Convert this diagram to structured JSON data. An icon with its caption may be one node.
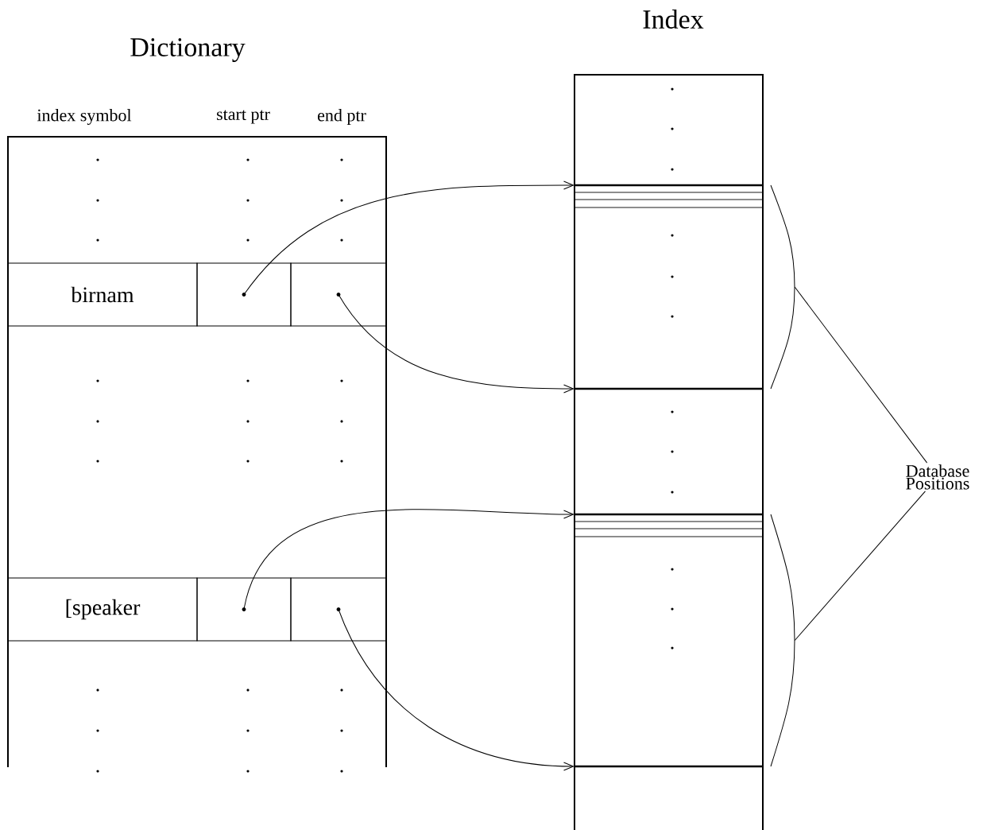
{
  "diagram": {
    "nodes": [
      {
        "text": [
          "Dictionary"
        ]
      },
      {
        "text": [
          "birnam"
        ],
        "in": 0
      },
      {
        "text": [],
        "shape": "box",
        "in": 0
      },
      {
        "text": [],
        "shape": "box",
        "in": 0
      },
      {
        "text": [
          "[speaker"
        ],
        "in": 0
      },
      {
        "text": [],
        "shape": "box",
        "in": 0
      },
      {
        "text": [],
        "shape": "box",
        "in": 0
      },
      {
        "text": [
          "Index"
        ]
      },
      {
        "text": [],
        "shape": "bar",
        "in": 7
      },
      {
        "text": [],
        "shape": "bar",
        "in": 7
      },
      {
        "text": [],
        "shape": "bar",
        "in": 7
      },
      {
        "text": [],
        "shape": "bar",
        "in": 7
      },
      {
        "text": [
          "Database Positions"
        ]
      },
      {
        "text": [],
        "shape": "brace"
      },
      {
        "text": [],
        "shape": "brace"
      }
    ],
    "edges": [
      {
        "from": 2,
        "to": 8,
        "arrow": "to"
      },
      {
        "from": 3,
        "to": 9,
        "arrow": "to"
      },
      {
        "from": 5,
        "to": 10,
        "arrow": "to"
      },
      {
        "from": 6,
        "to": 11,
        "arrow": "to"
      },
      {
        "from": 12,
        "to": 13,
        "arrow": "none"
      },
      {
        "from": 12,
        "to": 14,
        "arrow": "none"
      }
    ],
    "labels": [
      "index symbol",
      "start ptr",
      "end ptr"
    ]
  }
}
